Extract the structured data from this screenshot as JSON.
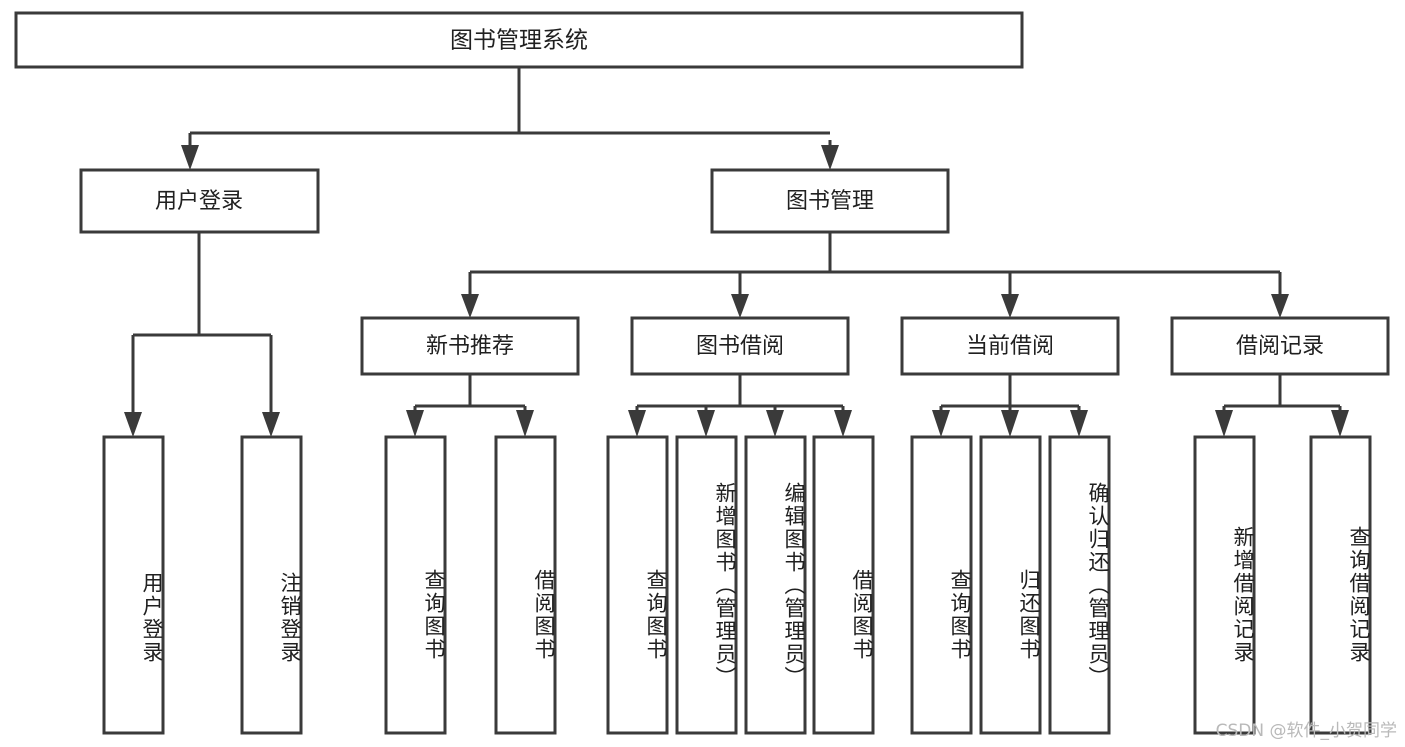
{
  "diagram": {
    "type": "tree-hierarchy",
    "title": "图书管理系统",
    "root": {
      "id": "root",
      "label": "图书管理系统",
      "orientation": "horizontal"
    },
    "level2": [
      {
        "id": "user-login",
        "label": "用户登录",
        "orientation": "horizontal"
      },
      {
        "id": "book-manage",
        "label": "图书管理",
        "orientation": "horizontal"
      }
    ],
    "level3": [
      {
        "id": "new-book-recommend",
        "label": "新书推荐",
        "orientation": "horizontal",
        "parent": "book-manage"
      },
      {
        "id": "book-borrow",
        "label": "图书借阅",
        "orientation": "horizontal",
        "parent": "book-manage"
      },
      {
        "id": "current-borrow",
        "label": "当前借阅",
        "orientation": "horizontal",
        "parent": "book-manage"
      },
      {
        "id": "borrow-record",
        "label": "借阅记录",
        "orientation": "horizontal",
        "parent": "book-manage"
      }
    ],
    "leaves": [
      {
        "id": "leaf-user-login",
        "label": "用户登录",
        "parent": "user-login",
        "orientation": "vertical"
      },
      {
        "id": "leaf-user-logout",
        "label": "注销登录",
        "parent": "user-login",
        "orientation": "vertical"
      },
      {
        "id": "leaf-query-book-1",
        "label": "查询图书",
        "parent": "new-book-recommend",
        "orientation": "vertical"
      },
      {
        "id": "leaf-borrow-book-1",
        "label": "借阅图书",
        "parent": "new-book-recommend",
        "orientation": "vertical"
      },
      {
        "id": "leaf-query-book-2",
        "label": "查询图书",
        "parent": "book-borrow",
        "orientation": "vertical"
      },
      {
        "id": "leaf-add-book",
        "label": "新增图书（管理员）",
        "parent": "book-borrow",
        "orientation": "vertical"
      },
      {
        "id": "leaf-edit-book",
        "label": "编辑图书（管理员）",
        "parent": "book-borrow",
        "orientation": "vertical"
      },
      {
        "id": "leaf-borrow-book-2",
        "label": "借阅图书",
        "parent": "book-borrow",
        "orientation": "vertical"
      },
      {
        "id": "leaf-query-book-3",
        "label": "查询图书",
        "parent": "current-borrow",
        "orientation": "vertical"
      },
      {
        "id": "leaf-return-book",
        "label": "归还图书",
        "parent": "current-borrow",
        "orientation": "vertical"
      },
      {
        "id": "leaf-confirm-return",
        "label": "确认归还（管理员）",
        "parent": "current-borrow",
        "orientation": "vertical"
      },
      {
        "id": "leaf-add-record",
        "label": "新增借阅记录",
        "parent": "borrow-record",
        "orientation": "vertical"
      },
      {
        "id": "leaf-query-record",
        "label": "查询借阅记录",
        "parent": "borrow-record",
        "orientation": "vertical"
      }
    ],
    "colors": {
      "box_stroke": "#3a3a3a",
      "box_fill": "#ffffff",
      "text": "#202020",
      "connector": "#3a3a3a",
      "background": "#ffffff",
      "watermark": "#b9b9b9"
    }
  },
  "watermark": {
    "text": "CSDN @软件_小贺同学"
  }
}
